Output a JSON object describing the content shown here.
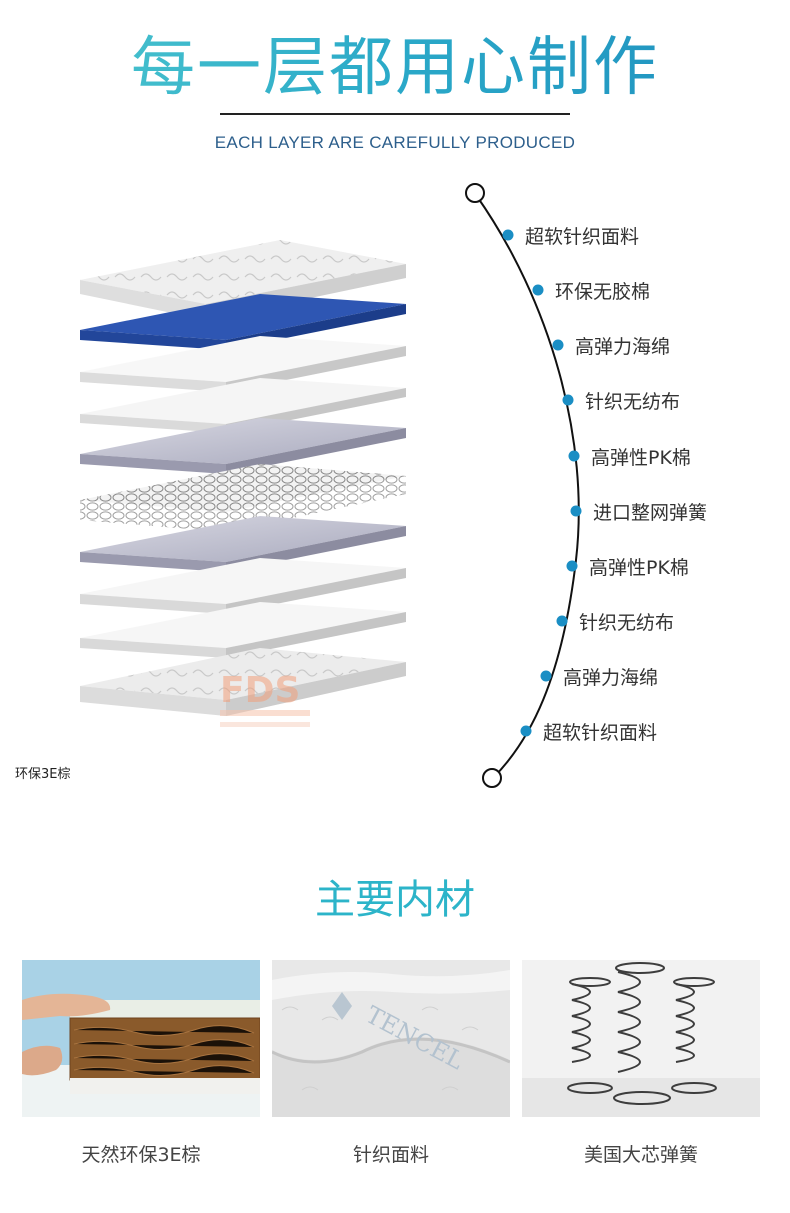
{
  "header": {
    "title": "每一层都用心制作",
    "subtitle": "EACH LAYER ARE CAREFULLY PRODUCED"
  },
  "stack": {
    "caption": "环保3E棕",
    "watermark": "FDS"
  },
  "layers": [
    {
      "label": "超软针织面料"
    },
    {
      "label": "环保无胶棉"
    },
    {
      "label": "高弹力海绵"
    },
    {
      "label": "针织无纺布"
    },
    {
      "label": "高弹性PK棉"
    },
    {
      "label": "进口整网弹簧"
    },
    {
      "label": "高弹性PK棉"
    },
    {
      "label": "针织无纺布"
    },
    {
      "label": "高弹力海绵"
    },
    {
      "label": "超软针织面料"
    }
  ],
  "materials": {
    "title": "主要内材",
    "items": [
      {
        "caption": "天然环保3E棕"
      },
      {
        "caption": "针织面料",
        "brand": "TENCEL"
      },
      {
        "caption": "美国大芯弹簧"
      }
    ]
  },
  "colors": {
    "accent": "#2bb3c7",
    "dot": "#1a8ec4",
    "blue_layer": "#2e56b3"
  }
}
